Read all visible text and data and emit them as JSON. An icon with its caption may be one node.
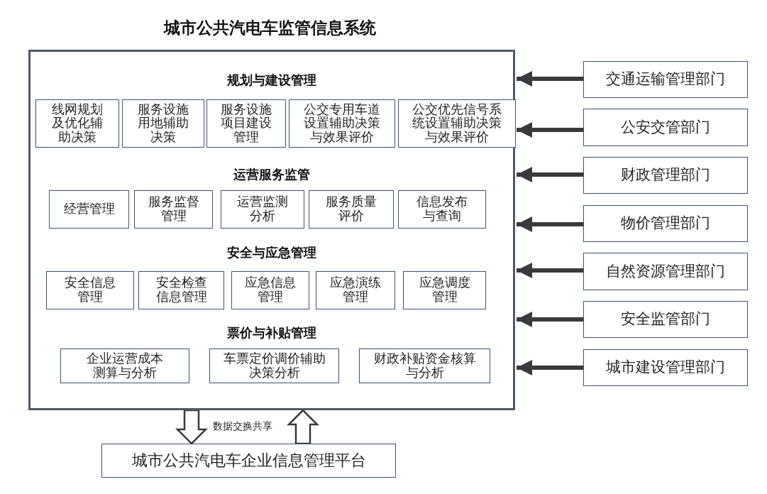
{
  "diagram": {
    "title": "城市公共汽电车监管信息系统",
    "nodes": [
      {
        "text": [
          "规划与建设管理",
          "运营服务监管",
          "安全与应急管理",
          "票价与补贴管理"
        ]
      },
      {
        "text": [
          "线网规划及优化辅助决策"
        ],
        "in": 0
      },
      {
        "text": [
          "服务设施用地辅助决策"
        ],
        "in": 0
      },
      {
        "text": [
          "服务设施项目建设管理"
        ],
        "in": 0
      },
      {
        "text": [
          "公交专用车道设置辅助决策与效果评价"
        ],
        "in": 0
      },
      {
        "text": [
          "公交优先信号系统设置辅助决策与效果评价"
        ],
        "in": 0
      },
      {
        "text": [
          "经营管理"
        ],
        "in": 0
      },
      {
        "text": [
          "服务监督管理"
        ],
        "in": 0
      },
      {
        "text": [
          "运营监测分析"
        ],
        "in": 0
      },
      {
        "text": [
          "服务质量评价"
        ],
        "in": 0
      },
      {
        "text": [
          "信息发布与查询"
        ],
        "in": 0
      },
      {
        "text": [
          "安全信息管理"
        ],
        "in": 0
      },
      {
        "text": [
          "安全检查信息管理"
        ],
        "in": 0
      },
      {
        "text": [
          "应急信息管理"
        ],
        "in": 0
      },
      {
        "text": [
          "应急演练管理"
        ],
        "in": 0
      },
      {
        "text": [
          "应急调度管理"
        ],
        "in": 0
      },
      {
        "text": [
          "企业运营成本测算与分析"
        ],
        "in": 0
      },
      {
        "text": [
          "车票定价调价辅助决策分析"
        ],
        "in": 0
      },
      {
        "text": [
          "财政补贴资金核算与分析"
        ],
        "in": 0
      },
      {
        "text": [
          "交通运输管理部门"
        ]
      },
      {
        "text": [
          "公安交管部门"
        ]
      },
      {
        "text": [
          "财政管理部门"
        ]
      },
      {
        "text": [
          "物价管理部门"
        ]
      },
      {
        "text": [
          "自然资源管理部门"
        ]
      },
      {
        "text": [
          "安全监管部门"
        ]
      },
      {
        "text": [
          "城市建设管理部门"
        ]
      },
      {
        "text": [
          "城市公共汽电车企业信息管理平台"
        ]
      }
    ],
    "edges": [
      {
        "from": 19,
        "to": 0,
        "arrow": "to"
      },
      {
        "from": 20,
        "to": 0,
        "arrow": "to"
      },
      {
        "from": 21,
        "to": 0,
        "arrow": "to"
      },
      {
        "from": 22,
        "to": 0,
        "arrow": "to"
      },
      {
        "from": 23,
        "to": 0,
        "arrow": "to"
      },
      {
        "from": 24,
        "to": 0,
        "arrow": "to"
      },
      {
        "from": 25,
        "to": 0,
        "arrow": "to"
      },
      {
        "from": 0,
        "to": 26,
        "arrow": "to",
        "label": "数据交换共享"
      },
      {
        "from": 26,
        "to": 0,
        "arrow": "to"
      }
    ]
  }
}
